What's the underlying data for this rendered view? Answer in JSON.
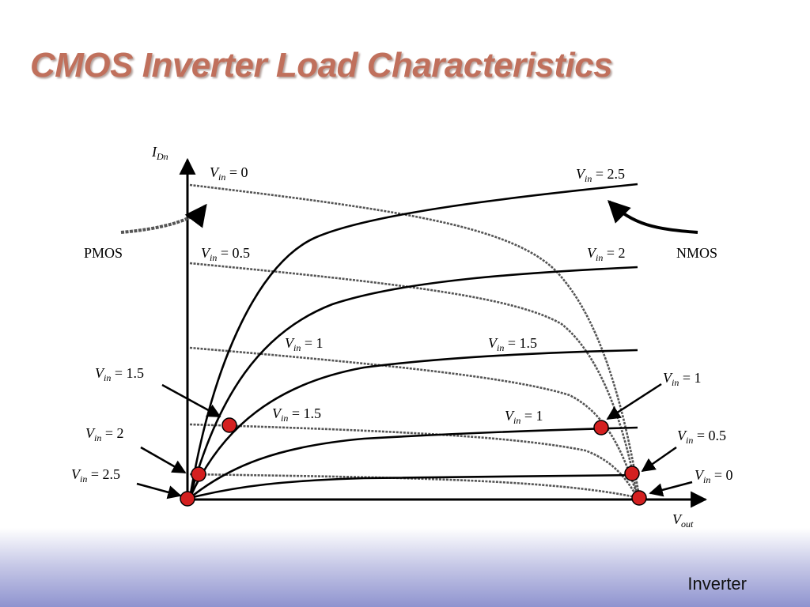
{
  "slide": {
    "title": "CMOS Inverter Load Characteristics",
    "footer": "Inverter"
  },
  "axes": {
    "y_label_main": "I",
    "y_label_sub": "Dn",
    "x_label_main": "V",
    "x_label_sub": "out"
  },
  "devices": {
    "pmos": "PMOS",
    "nmos": "NMOS"
  },
  "curve_labels": {
    "var": "V",
    "sub": "in",
    "pmos_top": "= 0",
    "pmos_upper": "= 0.5",
    "pmos_mid": "= 1",
    "pmos_low": "= 1.5",
    "nmos_top": "= 2.5",
    "nmos_upper": "= 2",
    "nmos_mid": "= 1.5",
    "nmos_low": "= 1"
  },
  "operating_points": {
    "left_1": "= 1.5",
    "left_2": "= 2",
    "left_3": "= 2.5",
    "right_1": "= 1",
    "right_2": "= 0.5",
    "right_3": "= 0"
  },
  "colors": {
    "title": "#c0705c",
    "marker": "#d42020",
    "nmos_curve": "#000000",
    "pmos_curve": "#555555"
  }
}
